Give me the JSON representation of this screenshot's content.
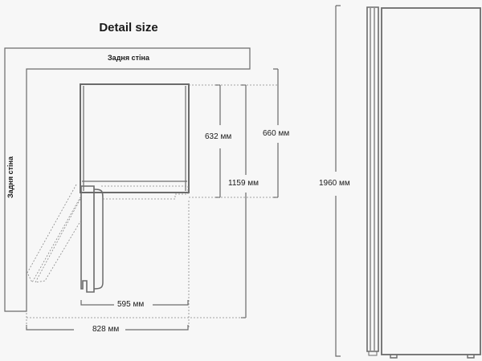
{
  "title": "Detail size",
  "walls": {
    "top_label": "Задня стіна",
    "side_label": "Задня стіна"
  },
  "dimensions": {
    "depth_body": "632 мм",
    "depth_total": "660 мм",
    "depth_door_open": "1159 мм",
    "width_body": "595 мм",
    "width_door_open": "828 мм",
    "height": "1960 мм"
  },
  "colors": {
    "line": "#6b6b6b",
    "text": "#1a1a1a",
    "background": "#f7f7f7"
  }
}
